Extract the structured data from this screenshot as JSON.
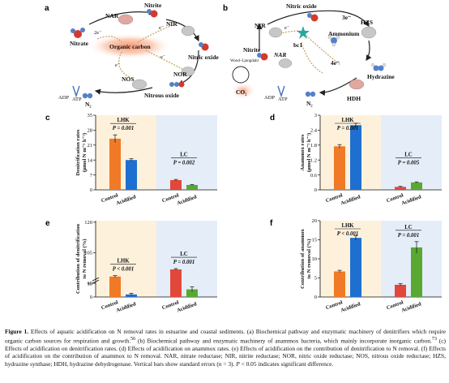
{
  "panels": {
    "a": {
      "letter": "a",
      "labels": {
        "nar": "NAR",
        "nitrite": "Nitrite",
        "nir": "NIR",
        "nitrate": "Nitrate",
        "organic_carbon": "Organic carbon",
        "nitric_oxide": "Nitric oxide",
        "nor": "NOR",
        "nos": "NOS",
        "nitrous_oxide": "Nitrous oxide",
        "n2": "N₂",
        "adp": "ADP",
        "atp": "ATP",
        "e2": "2e⁻",
        "e": "e⁻"
      }
    },
    "b": {
      "letter": "b",
      "labels": {
        "nitric_oxide": "Nitric oxide",
        "nir": "NIR",
        "e": "e⁻",
        "bc1": "bc1",
        "c3": "3e⁻",
        "hzs": "HZS",
        "ammonium": "Ammonium",
        "nitrite": "Nitrite",
        "nar": "NAR",
        "wood": "Wood–Ljungdahl",
        "co2": "CO₂",
        "hydrazine": "Hydrazine",
        "c4": "4e⁻",
        "n2": "N₂",
        "hdh": "HDH",
        "adp": "ADP",
        "atp": "ATP"
      }
    }
  },
  "chart_data": [
    {
      "id": "c",
      "letter": "c",
      "type": "bar",
      "ylabel": "Denitrification rates",
      "ylabel2": "(μmol N m⁻² h⁻¹)",
      "ylim": [
        0,
        35
      ],
      "yticks": [
        0,
        7,
        14,
        21,
        28,
        35
      ],
      "categories": [
        "Control",
        "Acidified"
      ],
      "groups": [
        {
          "name": "LHK",
          "stat": "P = 0.001",
          "values": [
            24.0,
            14.0
          ],
          "errors": [
            1.8,
            0.6
          ]
        },
        {
          "name": "LC",
          "stat": "P = 0.002",
          "values": [
            4.6,
            2.3
          ],
          "errors": [
            0.3,
            0.2
          ]
        }
      ]
    },
    {
      "id": "d",
      "letter": "d",
      "type": "bar",
      "ylabel": "Anammox rates",
      "ylabel2": "(μmol N m⁻² h⁻¹)",
      "ylim": [
        0,
        3.0
      ],
      "yticks": [
        0,
        0.6,
        1.2,
        1.8,
        2.4,
        3.0
      ],
      "categories": [
        "Control",
        "Acidified"
      ],
      "groups": [
        {
          "name": "LHK",
          "stat": "P = 0.001",
          "values": [
            1.75,
            2.6
          ],
          "errors": [
            0.07,
            0.08
          ]
        },
        {
          "name": "LC",
          "stat": "P = 0.005",
          "values": [
            0.12,
            0.3
          ],
          "errors": [
            0.02,
            0.02
          ]
        }
      ]
    },
    {
      "id": "e",
      "letter": "e",
      "type": "bar",
      "ylabel": "Contribution of denitrification",
      "ylabel2": "to N removal (%)",
      "ylim": [
        0,
        120
      ],
      "yticks": [
        0,
        15,
        90,
        105,
        120
      ],
      "broken": true,
      "categories": [
        "Control",
        "Acidified"
      ],
      "groups": [
        {
          "name": "LHK",
          "stat": "P < 0.001",
          "values": [
            93.3,
            84.5
          ],
          "errors": [
            0.5,
            0.6
          ]
        },
        {
          "name": "LC",
          "stat": "P = 0.001",
          "values": [
            96.8,
            87.0
          ],
          "errors": [
            0.4,
            1.2
          ]
        }
      ]
    },
    {
      "id": "f",
      "letter": "f",
      "type": "bar",
      "ylabel": "Contribution of anammox",
      "ylabel2": "to N removal (%)",
      "ylim": [
        0,
        20
      ],
      "yticks": [
        0,
        5,
        10,
        15,
        20
      ],
      "categories": [
        "Control",
        "Acidified"
      ],
      "groups": [
        {
          "name": "LHK",
          "stat": "P < 0.001",
          "values": [
            6.7,
            15.5
          ],
          "errors": [
            0.3,
            0.6
          ]
        },
        {
          "name": "LC",
          "stat": "P = 0.001",
          "values": [
            3.2,
            13.0
          ],
          "errors": [
            0.3,
            1.5
          ]
        }
      ]
    }
  ],
  "colors": {
    "lhk_control": "#f07a26",
    "lhk_acid": "#1f6fd0",
    "lc_control": "#e2473b",
    "lc_acid": "#58a832",
    "lhk_bg": "#fdf1dc",
    "lc_bg": "#e4edf8",
    "glow": "#f7b596"
  },
  "caption": {
    "lead": "Figure 1.",
    "text": " Effects of aquatic acidification on N removal rates in estuarine and coastal sediments. (a) Biochemical pathway and enzymatic machinery of denitrifiers which require organic carbon sources for respiration and growth.",
    "ref1": "56",
    "text2": " (b) Biochemical pathway and enzymatic machinery of anammox bacteria, which mainly incorporate inorganic carbon.",
    "ref2": "73",
    "text3": " (c) Effects of acidification on denitrification rates. (d) Effects of acidification on anammox rates. (e) Effects of acidification on the contribution of denitrification to N removal. (f) Effects of acidification on the contribution of anammox to N removal. NAR, nitrate reductase; NIR, nitrite reductase; NOR, nitric oxide reductase; NOS, nitrous oxide reductase; HZS, hydrazine synthase; HDH, hydrazine dehydrogenase. Vertical bars show standard errors (",
    "n": "n",
    "text4": " = 3). ",
    "p": "P",
    "text5": " < 0.05 indicates significant difference."
  }
}
